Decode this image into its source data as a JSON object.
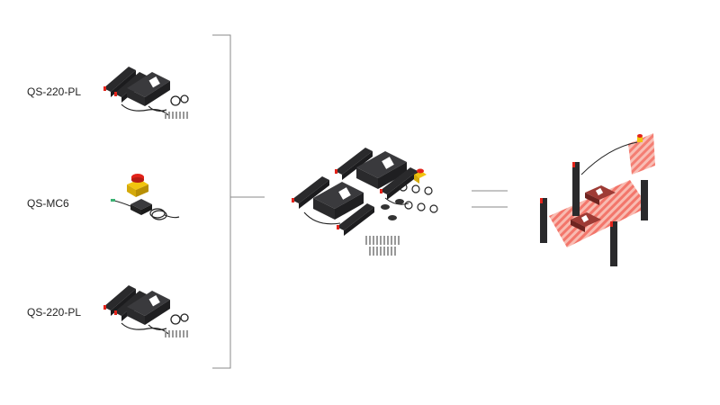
{
  "items": [
    {
      "label": "QS-220-PL"
    },
    {
      "label": "QS-MC6"
    },
    {
      "label": "QS-220-PL"
    }
  ],
  "colors": {
    "device": "#2a2a2c",
    "device_top": "#3a3a3d",
    "accent": "#e2231a",
    "zone": "#f2675a",
    "bracket": "#8a8a8a"
  }
}
